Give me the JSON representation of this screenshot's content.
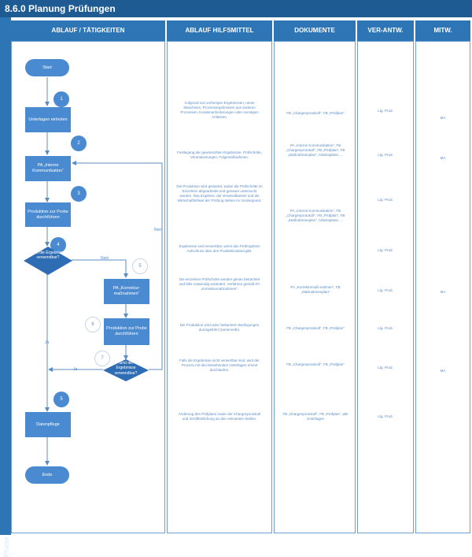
{
  "title": "8.6.0 Planung Prüfungen",
  "phase_label": "Phase",
  "columns": [
    "ABLAUF / TÄTIGKEITEN",
    "ABLAUF HILFSMITTEL",
    "DOKUMENTE",
    "VER-ANTW.",
    "MITW."
  ],
  "flow": {
    "start": "Start",
    "end": "Ende",
    "steps": [
      {
        "badge": "1",
        "label": "Unterlagen einholen"
      },
      {
        "badge": "2",
        "label": "PA „Interne Kommunikation“"
      },
      {
        "badge": "3",
        "label": "Produktion zur Probe durchführen"
      },
      {
        "badge": "5",
        "label": "PA „Korrektur-maßnahmen“"
      },
      {
        "badge": "6",
        "label": "Produktion zur Probe durchführen"
      },
      {
        "badge": "5",
        "label": "Datenpflege"
      }
    ],
    "decisions": [
      {
        "badge": "4",
        "label": "Sind die Ergebnisse verwendbar?"
      },
      {
        "badge": "7",
        "label": "Sind die Ergebnisse verwendbar?"
      }
    ],
    "edge_labels": {
      "nein1": "Nein",
      "nein2": "Nein",
      "ja1": "Ja",
      "ja2": "Ja"
    }
  },
  "rows": [
    {
      "hilfsmittel": "Aufgrund von vorherigen Ergebnissen, neuer Maschinen, Prozessergebnissen aus anderen Prozessen, Kundenanforderungen oder sonstigen Anlässen.",
      "dokumente": "FB „Chargenprotokoll“, FB „Prüfplan“",
      "verantw": "Ltg. Prod.",
      "mitw": "MA"
    },
    {
      "hilfsmittel": "Festlegung der gewünschten Ergebnisse, Prüfschritte, Verantwortungen, Folgemaßnahmen.",
      "dokumente": "PA „Interne Kommunikation“, FB „Chargenprotokoll“, FB „Prüfplan“, FB „Maßnahmenplan“, Arbeitspläne, ...",
      "verantw": "Ltg. Prod.",
      "mitw": "MA"
    },
    {
      "hilfsmittel": "Die Produktion wird gestartet, wobei die Prüfschritte im Einzelnen abgearbeitet und genauer untersucht werden. Das Ergebnis, die Verwendbarkeit und die Wirtschaftlichkeit der Prüfung stehen im Vordergrund.",
      "dokumente": "PA „Interne Kommunikation“, FB „Chargenprotokoll“, FB „Prüfplan“, FB „Maßnahmenplan“, Arbeitspläne, ...",
      "verantw": "Ltg. Prod.",
      "mitw": ""
    },
    {
      "hilfsmittel": "Ergebnisse sind verwertbar, wenn das Prüfergebnis Aufschluss über den Produktzustand gibt.",
      "dokumente": "",
      "verantw": "Ltg. Prod.",
      "mitw": ""
    },
    {
      "hilfsmittel": "Die einzelnen Prüfschritte werden genau betrachtet und falls notwendig verändert. Verfahren gemäß PA „Korrekturmaßnahmen“.",
      "dokumente": "PA „Korrekturmaß-nahmen“, FB „Maßnahmenplan“",
      "verantw": "Ltg. Prod.",
      "mitw": "MA"
    },
    {
      "hilfsmittel": "Die Produktion wird unter bekannten Bedingungen durchgeführt (Serienreife).",
      "dokumente": "FB „Chargenprotokoll“, FB „Prüfplan“",
      "verantw": "Ltg. Prod.",
      "mitw": ""
    },
    {
      "hilfsmittel": "Falls die Ergebnisse nicht verwertbar sind, wird der Prozess mit den bestehenden Unterlagen erneut durchlaufen.",
      "dokumente": "FB „Chargenprotokoll“, FB „Prüfplan“",
      "verantw": "Ltg. Prod.",
      "mitw": "MA"
    },
    {
      "hilfsmittel": "Änderung des Prüfplans sowie der Chargenprotokoll und Veröffentlichung an den relevanten Stellen.",
      "dokumente": "FB „Chargenprotokoll“, FB „Prüfplan“, alle Unterlagen",
      "verantw": "Ltg. Prod.",
      "mitw": ""
    }
  ],
  "colors": {
    "header": "#1f5b93",
    "column_header": "#2e75b6",
    "shape": "#4a8ad0",
    "text": "#5b8cc4",
    "lane_border": "#6fa0d3"
  }
}
